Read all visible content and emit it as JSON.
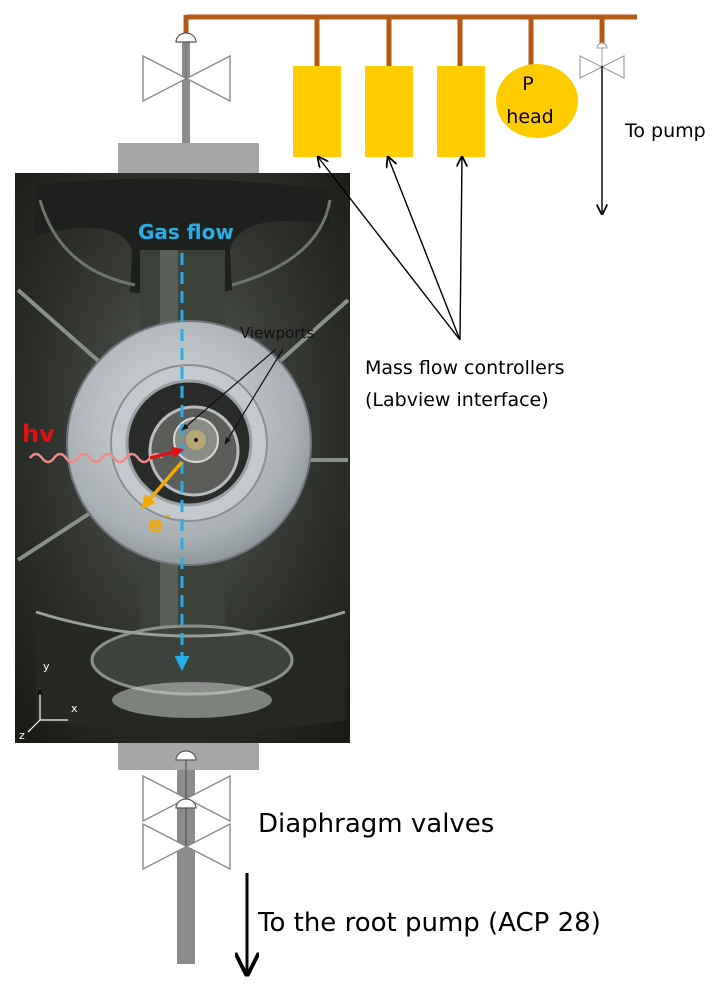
{
  "colors": {
    "pipe": "#b45a14",
    "controller": "#ffcc00",
    "steel": "#8c8c8c",
    "flange": "#a6a6a6",
    "gas_flow": "#27aee8",
    "photon": "#e01010",
    "electron": "#f5a800"
  },
  "icons": [
    "valve-icon",
    "mass-flow-controller-icon",
    "pressure-gauge-icon",
    "arrow-icon"
  ],
  "labels": {
    "gauge_line1": "P",
    "gauge_line2": "head",
    "to_pump": "To pump",
    "mfc_line1": "Mass flow controllers",
    "mfc_line2": "(Labview interface)",
    "diaphragm": "Diaphragm valves",
    "root_pump": "To the root pump (ACP 28)"
  },
  "photo": {
    "gas_flow": "Gas flow",
    "viewports": "Viewports",
    "photon": "hv",
    "electron": "e",
    "axis_y": "y",
    "axis_x": "x",
    "axis_z": "z"
  }
}
